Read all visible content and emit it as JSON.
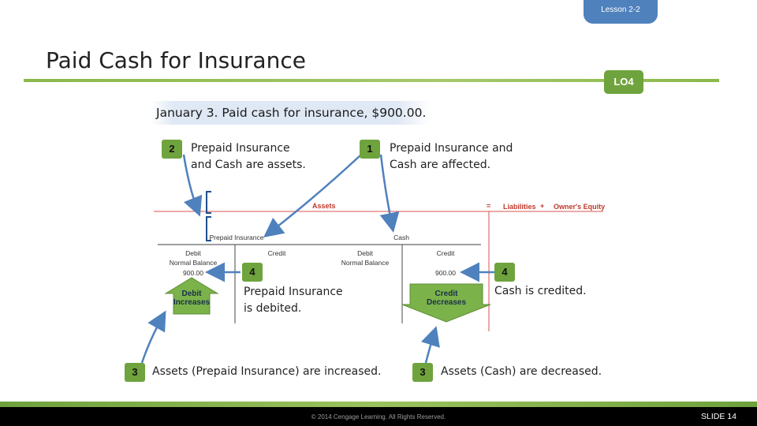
{
  "header": {
    "lesson_tab": "Lesson 2-2",
    "title": "Paid Cash for Insurance",
    "lo_badge": "LO4"
  },
  "transaction": "January 3. Paid cash for insurance, $900.00.",
  "steps": {
    "step2": {
      "number": "2",
      "text_line1": "Prepaid Insurance",
      "text_line2": "and Cash are assets."
    },
    "step1": {
      "number": "1",
      "text_line1": "Prepaid Insurance and",
      "text_line2": "Cash are affected."
    },
    "step4a": {
      "number": "4",
      "text_line1": "Prepaid Insurance",
      "text_line2": "is debited."
    },
    "step4b": {
      "number": "4",
      "text": "Cash is credited."
    },
    "step3a": {
      "number": "3",
      "text": "Assets (Prepaid Insurance) are increased."
    },
    "step3b": {
      "number": "3",
      "text": "Assets (Cash) are decreased."
    }
  },
  "diagram": {
    "assets_label": "Assets",
    "equals": "=",
    "liabilities": "Liabilities",
    "plus": "+",
    "owners_equity": "Owner's Equity",
    "accounts": [
      {
        "name": "Prepaid Insurance",
        "debit": "Debit",
        "credit": "Credit",
        "normal_balance": "Normal Balance",
        "amount": "900.00",
        "arrow_line1": "Debit",
        "arrow_line2": "Increases"
      },
      {
        "name": "Cash",
        "debit": "Debit",
        "credit": "Credit",
        "normal_balance": "Normal Balance",
        "amount": "900.00",
        "arrow_line1": "Credit",
        "arrow_line2": "Decreases"
      }
    ]
  },
  "footer": {
    "copyright": "© 2014 Cengage Learning. All Rights Reserved.",
    "slide": "SLIDE 14"
  },
  "colors": {
    "accent_green": "#6fa33d",
    "lesson_blue": "#4f81bd",
    "assets_red": "#c0392b"
  }
}
